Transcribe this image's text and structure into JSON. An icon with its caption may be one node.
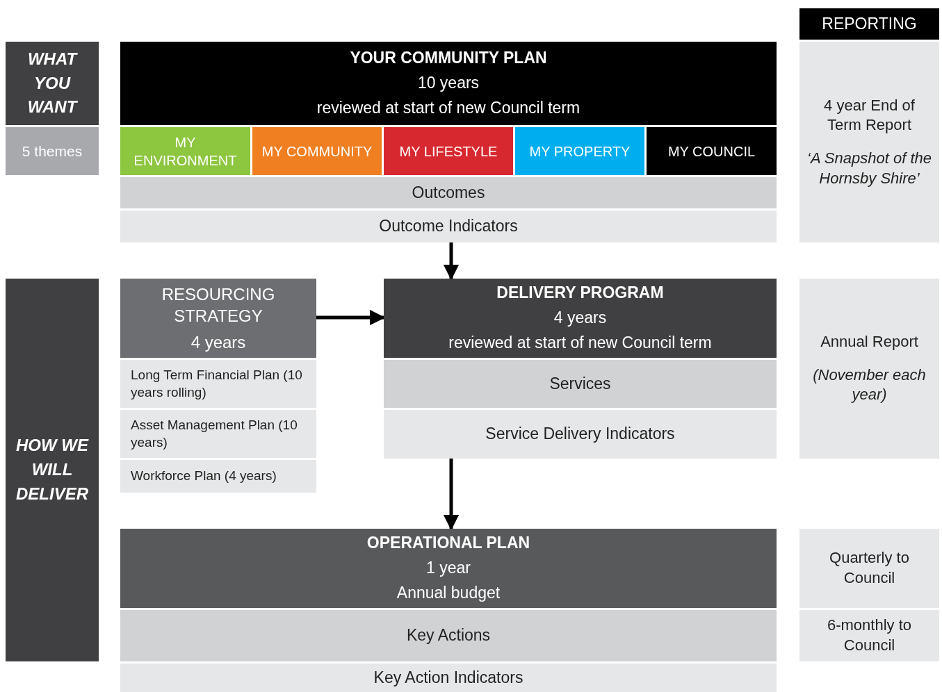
{
  "diagram": {
    "nodes": [
      {
        "text": [
          "REPORTING"
        ]
      },
      {
        "text": [
          "WHAT YOU WANT"
        ]
      },
      {
        "text": [
          "YOUR COMMUNITY PLAN",
          "10 years",
          "reviewed at start of new Council term"
        ]
      },
      {
        "text": [
          "5 themes"
        ]
      },
      {
        "text": [
          "MY ENVIRONMENT"
        ]
      },
      {
        "text": [
          "MY COMMUNITY"
        ]
      },
      {
        "text": [
          "MY LIFESTYLE"
        ]
      },
      {
        "text": [
          "MY PROPERTY"
        ]
      },
      {
        "text": [
          "MY COUNCIL"
        ]
      },
      {
        "text": [
          "Outcomes"
        ]
      },
      {
        "text": [
          "Outcome Indicators"
        ]
      },
      {
        "text": [
          "4 year End of Term Report",
          "‘A Snapshot of the Hornsby Shire’"
        ]
      },
      {
        "text": [
          "HOW WE WILL DELIVER"
        ]
      },
      {
        "text": [
          "RESOURCING STRATEGY",
          "4 years"
        ]
      },
      {
        "text": [
          "DELIVERY PROGRAM",
          "4 years",
          "reviewed at start of new Council term"
        ]
      },
      {
        "text": [
          "Annual Report",
          "(November each year)"
        ]
      },
      {
        "text": [
          "Long Term Financial Plan (10 years rolling)"
        ]
      },
      {
        "text": [
          "Services"
        ]
      },
      {
        "text": [
          "Asset Management Plan (10 years)"
        ]
      },
      {
        "text": [
          "Service Delivery Indicators"
        ]
      },
      {
        "text": [
          "Workforce Plan (4 years)"
        ]
      },
      {
        "text": [
          "OPERATIONAL PLAN",
          "1 year",
          "Annual budget"
        ]
      },
      {
        "text": [
          "Quarterly to Council"
        ]
      },
      {
        "text": [
          "Key Actions"
        ]
      },
      {
        "text": [
          "6-monthly to Council"
        ]
      },
      {
        "text": [
          "Key Action Indicators"
        ]
      }
    ],
    "edges": [
      {
        "from": 10,
        "to": 14,
        "arrow": "to"
      },
      {
        "from": 13,
        "to": 14,
        "arrow": "to"
      },
      {
        "from": 19,
        "to": 21,
        "arrow": "to"
      }
    ]
  }
}
